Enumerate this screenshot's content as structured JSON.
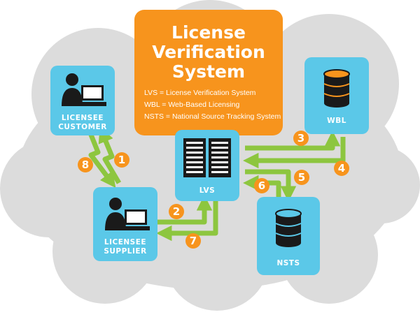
{
  "title_lines": [
    "License",
    "Verification",
    "System"
  ],
  "legend": [
    "LVS = License Verification System",
    "WBL = Web-Based Licensing",
    "NSTS = National Source Tracking System"
  ],
  "nodes": {
    "customer": {
      "line1": "LICENSEE",
      "line2": "CUSTOMER"
    },
    "supplier": {
      "line1": "LICENSEE",
      "line2": "SUPPLIER"
    },
    "lvs": {
      "label": "LVS"
    },
    "wbl": {
      "label": "WBL"
    },
    "nsts": {
      "label": "NSTS"
    }
  },
  "steps": [
    "1",
    "2",
    "3",
    "4",
    "5",
    "6",
    "7",
    "8"
  ],
  "colors": {
    "cloud": "#dcdcdc",
    "tile": "#5bc8e8",
    "orange": "#f7941d",
    "arrow": "#8dc63f",
    "dark": "#1a1a1a",
    "db_top": "#f7941d",
    "db_top_nsts": "#5bc8e8"
  }
}
